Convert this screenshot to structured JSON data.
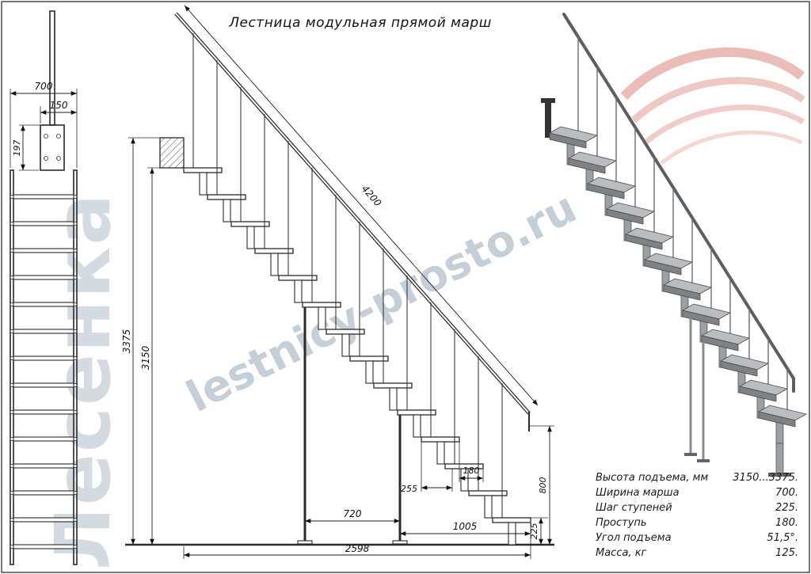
{
  "title": "Лестница модульная прямой марш",
  "watermark": {
    "site": "lestnicy-prosto.ru",
    "brand": "Лесенка"
  },
  "front_view": {
    "width_700": "700",
    "width_150": "150",
    "height_197": "197"
  },
  "side_view": {
    "height_3375": "3375",
    "height_3150": "3150",
    "stringer_4200": "4200",
    "tread_180": "180",
    "dim_255": "255",
    "riser_225": "225",
    "span_720": "720",
    "span_1005": "1005",
    "span_2598": "2598",
    "rail_800": "800"
  },
  "specs": {
    "rows": [
      {
        "label": "Высота подъема, мм",
        "value": "3150...3375."
      },
      {
        "label": "Ширина марша",
        "value": "700."
      },
      {
        "label": "Шаг ступеней",
        "value": "225."
      },
      {
        "label": "Проступь",
        "value": "180."
      },
      {
        "label": "Угол подъема",
        "value": "51,5°."
      },
      {
        "label": "Масса, кг",
        "value": "125."
      }
    ]
  },
  "colors": {
    "logo_red": "#d97b72",
    "watermark": "#8da0b0",
    "line": "#2b2b2b"
  }
}
